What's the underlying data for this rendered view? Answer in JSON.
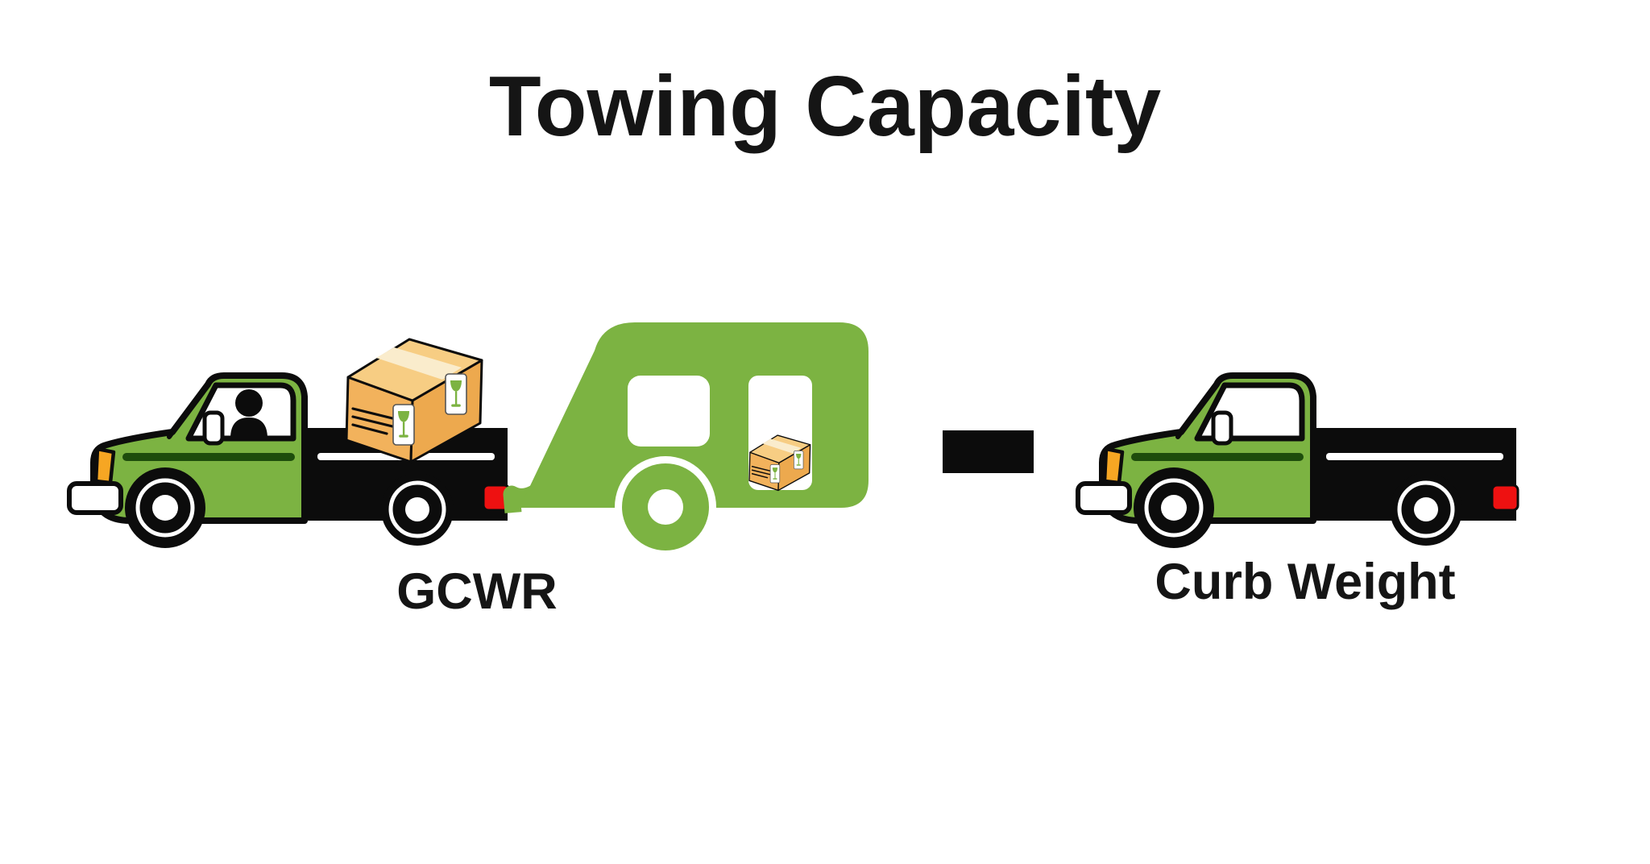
{
  "title": "Towing Capacity",
  "equation": {
    "left_label": "GCWR",
    "operator": "minus",
    "right_label": "Curb Weight"
  },
  "icons": {
    "left": "loaded-pickup-truck-towing-camper-trailer-with-cargo-boxes",
    "operator": "minus-sign",
    "right": "empty-pickup-truck"
  },
  "colors": {
    "background": "#FFFFFF",
    "text": "#151515",
    "green": "#7CB342",
    "dark_green_stripe": "#1E4D0C",
    "black": "#0C0C0C",
    "white": "#FFFFFF",
    "box_front": "#F2B25C",
    "box_side": "#EDA94E",
    "box_top": "#F7CD83",
    "box_tape": "#FAECCC",
    "tail_light_red": "#EE1111",
    "signal_orange": "#F6A623"
  }
}
